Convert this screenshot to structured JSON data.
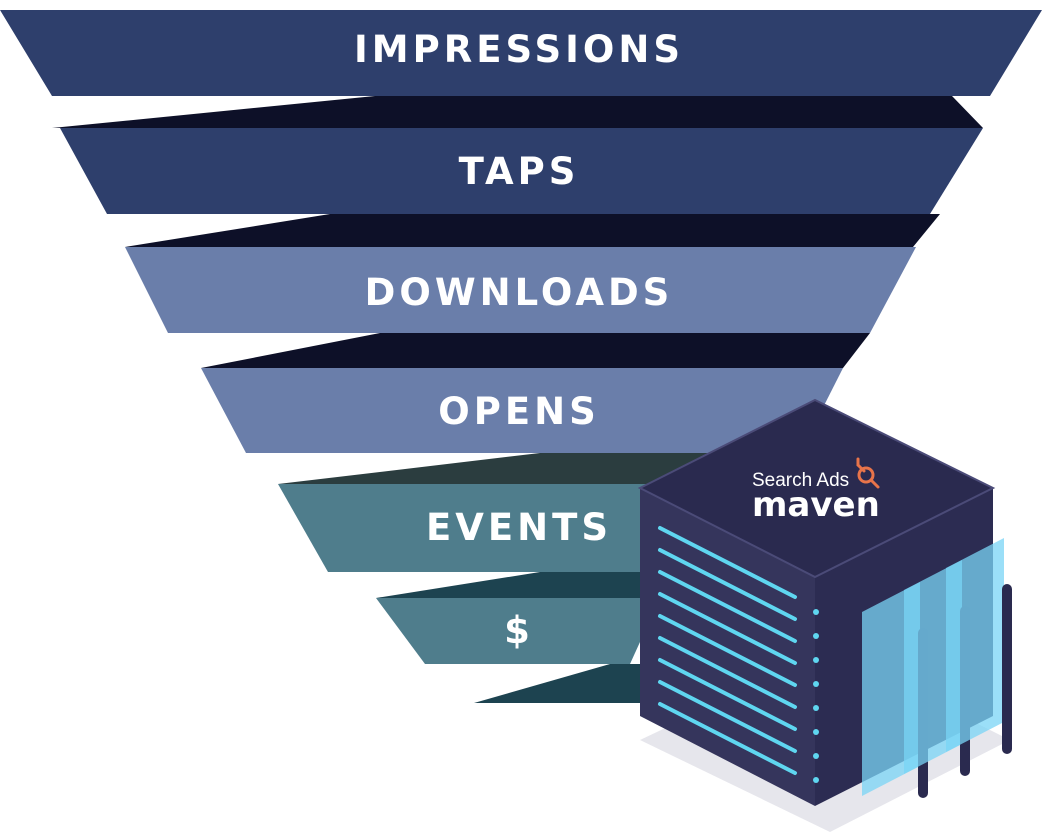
{
  "funnel": {
    "stages": [
      {
        "label": "IMPRESSIONS",
        "color": "#2e3f6c",
        "fold_color": "#0d1028"
      },
      {
        "label": "TAPS",
        "color": "#2e3f6c",
        "fold_color": "#0d1028"
      },
      {
        "label": "DOWNLOADS",
        "color": "#6a7eaa",
        "fold_color": "#0d1028"
      },
      {
        "label": "OPENS",
        "color": "#6a7eaa",
        "fold_color": "#2b3d3f"
      },
      {
        "label": "EVENTS",
        "color": "#4f7d8c",
        "fold_color": "#1d4350"
      },
      {
        "label": "$",
        "color": "#4f7d8c",
        "fold_color": "#1d4350"
      }
    ]
  },
  "brand": {
    "small_text": "Search Ads",
    "large_text": "maven",
    "accent_color": "#e8744a",
    "icon": "magnifier-arrow-icon"
  },
  "server": {
    "top_color": "#2a2a4f",
    "side_color": "#3b3a63",
    "vent_color": "#5fd6f0",
    "panel_color": "#7ad4f5"
  }
}
